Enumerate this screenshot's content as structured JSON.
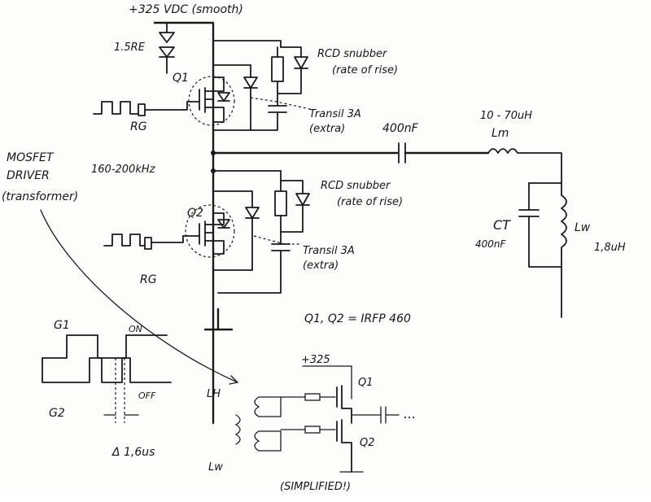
{
  "labels": {
    "supply": "+325 VDC (smooth)",
    "zener_r": "1.5RE",
    "q1": "Q1",
    "q2": "Q2",
    "rg1": "RG",
    "rg2": "RG",
    "rcd1_a": "RCD snubber",
    "rcd1_b": "(rate of rise)",
    "rcd2_a": "RCD snubber",
    "rcd2_b": "(rate of rise)",
    "transil1_a": "Transil 3A",
    "transil1_b": "(extra)",
    "transil2_a": "Transil 3A",
    "transil2_b": "(extra)",
    "cap_series": "400nF",
    "lm_range": "10 - 70uH",
    "lm": "Lm",
    "ct": "CT",
    "ct_val": "400nF",
    "lw": "Lw",
    "lw_val": "1,8uH",
    "driver_a": "MOSFET",
    "driver_b": "DRIVER",
    "driver_c": "(transformer)",
    "freq": "160-200kHz",
    "parts": "Q1, Q2 = IRFP 460",
    "g1": "G1",
    "g2": "G2",
    "on": "ON",
    "off": "OFF",
    "deadtime": "Δ 1,6us",
    "s_supply": "+325",
    "s_q1": "Q1",
    "s_q2": "Q2",
    "s_lh": "LH",
    "s_lw": "Lw",
    "s_dots": "...",
    "simplified": "(SIMPLIFIED!)"
  },
  "colors": {
    "ink": "#1a1a1a",
    "paper": "#fdfdfb"
  }
}
